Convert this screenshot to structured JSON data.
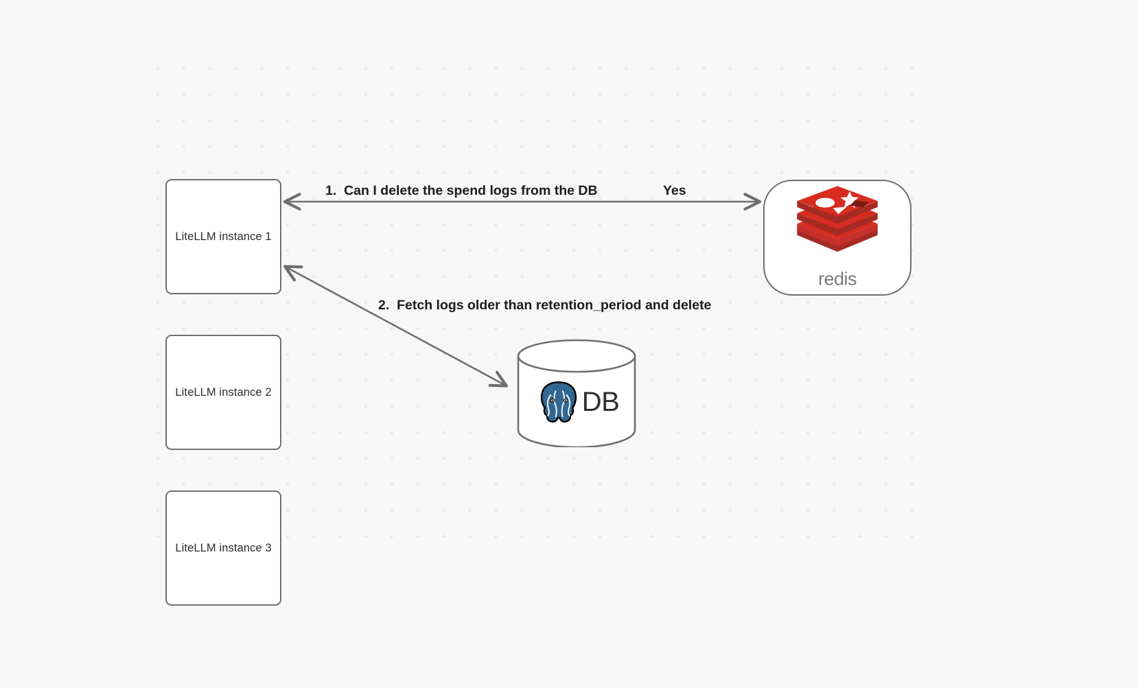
{
  "canvas": {
    "background_color": "#f7f7f7",
    "grid_dot_color": "#e7e8e9"
  },
  "nodes": {
    "litellm_instances": [
      {
        "id": "litellm-1",
        "label": "LiteLLM instance 1"
      },
      {
        "id": "litellm-2",
        "label": "LiteLLM instance 2"
      },
      {
        "id": "litellm-3",
        "label": "LiteLLM instance 3"
      }
    ],
    "redis": {
      "id": "redis",
      "logo_name": "redis-logo",
      "wordmark": "redis",
      "brand_color": "#c6302b",
      "wordmark_color": "#7a7a7a"
    },
    "database": {
      "id": "database",
      "label": "DB",
      "logo_name": "postgresql-elephant-icon",
      "brand_color": "#336791"
    }
  },
  "edges": [
    {
      "id": "edge-1",
      "from": "redis",
      "to": "litellm-1",
      "label": "1.  Can I delete the spend logs from the DB",
      "direction": "bidirectional"
    },
    {
      "id": "edge-yes",
      "from": "litellm-1",
      "to": "redis",
      "label": "Yes",
      "direction": "forward"
    },
    {
      "id": "edge-2",
      "from": "litellm-1",
      "to": "database",
      "label": "2.  Fetch logs older than retention_period and delete",
      "direction": "bidirectional"
    }
  ]
}
